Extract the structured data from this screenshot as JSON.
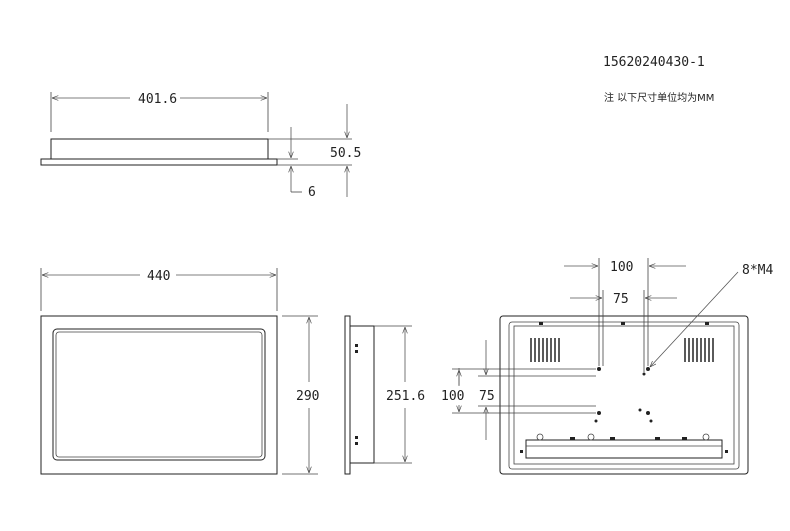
{
  "title_block": {
    "drawing_number": "15620240430-1",
    "unit_note": "注  以下尺寸单位均为MM"
  },
  "top_view": {
    "width_label": "401.6",
    "depth_label": "50.5",
    "flange_label": "6"
  },
  "front_view": {
    "width_label": "440",
    "height_label": "290"
  },
  "side_view": {
    "height_label": "251.6"
  },
  "rear_view": {
    "hole_callout": "8*M4",
    "horizontal_spacing_outer": "100",
    "horizontal_spacing_inner": "75",
    "vertical_spacing_outer": "100",
    "vertical_spacing_inner": "75"
  }
}
